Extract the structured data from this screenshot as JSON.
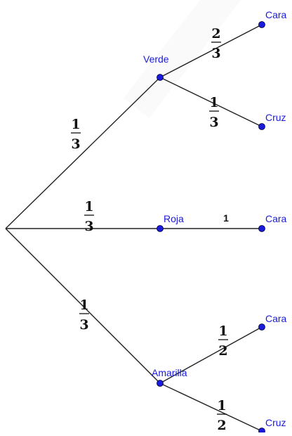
{
  "colors": {
    "edge": "#222222",
    "node": "#1a1adc",
    "label": "#1a1adc",
    "probability": "#111111"
  },
  "nodes": {
    "root": {
      "label": ""
    },
    "verde": {
      "label": "Verde"
    },
    "roja": {
      "label": "Roja"
    },
    "amarilla": {
      "label": "Amarilla"
    },
    "verde_cara": {
      "label": "Cara"
    },
    "verde_cruz": {
      "label": "Cruz"
    },
    "roja_cara": {
      "label": "Cara"
    },
    "amarilla_cara": {
      "label": "Cara"
    },
    "amarilla_cruz": {
      "label": "Cruz"
    }
  },
  "edges": {
    "root_verde": {
      "from": "root",
      "to": "verde",
      "numerator": "1",
      "denominator": "3"
    },
    "root_roja": {
      "from": "root",
      "to": "roja",
      "numerator": "1",
      "denominator": "3"
    },
    "root_amarilla": {
      "from": "root",
      "to": "amarilla",
      "numerator": "1",
      "denominator": "3"
    },
    "verde_cara": {
      "from": "verde",
      "to": "verde_cara",
      "numerator": "2",
      "denominator": "3"
    },
    "verde_cruz": {
      "from": "verde",
      "to": "verde_cruz",
      "numerator": "1",
      "denominator": "3"
    },
    "roja_cara": {
      "from": "roja",
      "to": "roja_cara",
      "value": "1"
    },
    "amarilla_cara": {
      "from": "amarilla",
      "to": "amarilla_cara",
      "numerator": "1",
      "denominator": "2"
    },
    "amarilla_cruz": {
      "from": "amarilla",
      "to": "amarilla_cruz",
      "numerator": "1",
      "denominator": "2"
    }
  }
}
